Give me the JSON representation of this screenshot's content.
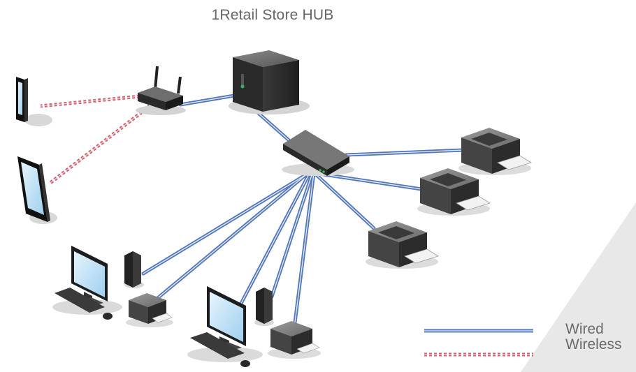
{
  "title": "1Retail Store HUB",
  "legend": {
    "wired_label": "Wired",
    "wireless_label": "Wireless"
  },
  "colors": {
    "wired": "#5579b8",
    "wireless": "#cf6470",
    "corner_wedge": "#e8e8e8",
    "device_dark": "#2b2b2b",
    "screen": "#bfe0f5"
  },
  "nodes": [
    {
      "id": "server",
      "icon": "server-icon"
    },
    {
      "id": "router",
      "icon": "wifi-router-icon"
    },
    {
      "id": "switch",
      "icon": "network-switch-icon"
    },
    {
      "id": "tablet-1",
      "icon": "tablet-icon"
    },
    {
      "id": "tablet-2",
      "icon": "tablet-icon"
    },
    {
      "id": "printer-1",
      "icon": "printer-icon"
    },
    {
      "id": "printer-2",
      "icon": "printer-icon"
    },
    {
      "id": "printer-3",
      "icon": "printer-icon"
    },
    {
      "id": "workstation-1",
      "icon": "desktop-computer-icon"
    },
    {
      "id": "workstation-2",
      "icon": "desktop-computer-icon"
    },
    {
      "id": "pos-printer-1",
      "icon": "small-printer-icon"
    },
    {
      "id": "pos-printer-2",
      "icon": "small-printer-icon"
    },
    {
      "id": "card-terminal-1",
      "icon": "card-terminal-icon"
    },
    {
      "id": "card-terminal-2",
      "icon": "card-terminal-icon"
    }
  ],
  "links": [
    {
      "from": "router",
      "to": "server",
      "type": "wired"
    },
    {
      "from": "server",
      "to": "switch",
      "type": "wired"
    },
    {
      "from": "switch",
      "to": "printer-1",
      "type": "wired"
    },
    {
      "from": "switch",
      "to": "printer-2",
      "type": "wired"
    },
    {
      "from": "switch",
      "to": "printer-3",
      "type": "wired"
    },
    {
      "from": "switch",
      "to": "card-terminal-1",
      "type": "wired"
    },
    {
      "from": "switch",
      "to": "pos-printer-1",
      "type": "wired"
    },
    {
      "from": "switch",
      "to": "workstation-2",
      "type": "wired"
    },
    {
      "from": "switch",
      "to": "card-terminal-2",
      "type": "wired"
    },
    {
      "from": "switch",
      "to": "pos-printer-2",
      "type": "wired"
    },
    {
      "from": "router",
      "to": "tablet-1",
      "type": "wireless"
    },
    {
      "from": "router",
      "to": "tablet-2",
      "type": "wireless"
    }
  ]
}
